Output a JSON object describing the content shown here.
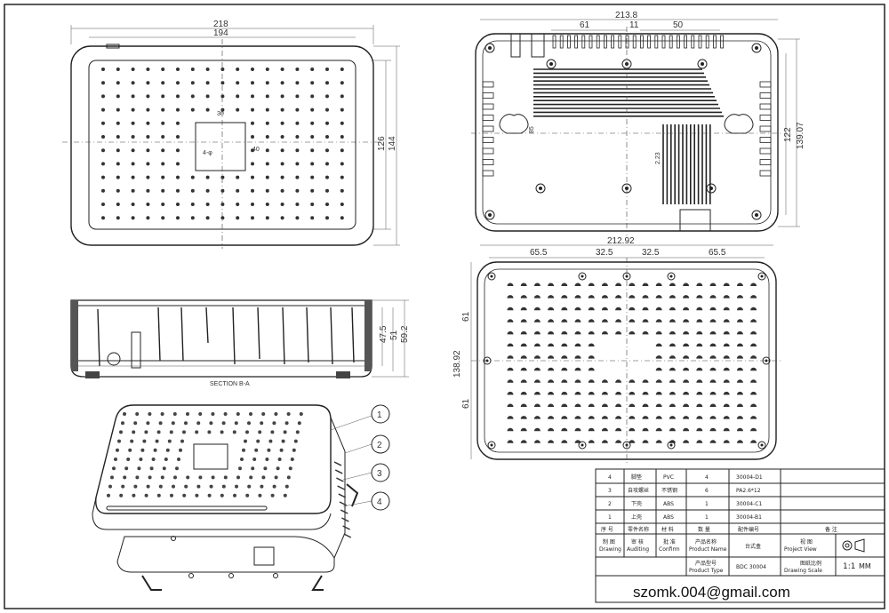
{
  "top_view": {
    "dim_outer_width": "218",
    "dim_inner_width": "194",
    "dim_inner_height": "126",
    "dim_outer_height": "144",
    "center_label_a": "30",
    "center_label_b": "40",
    "center_label_c": "4-φ"
  },
  "rear_view": {
    "dim_overall": "213.8",
    "dim_a": "61",
    "dim_b": "11",
    "dim_c": "50",
    "dim_h1": "122",
    "dim_h2": "139.07",
    "dim_slot": "85",
    "dim_vent": "2.23"
  },
  "bottom_view": {
    "dim_overall": "212.92",
    "dim_a": "65.5",
    "dim_b": "32.5",
    "dim_c": "32.5",
    "dim_d": "65.5",
    "dim_h": "138.92",
    "dim_v1": "61",
    "dim_v2": "61"
  },
  "section_view": {
    "label": "SECTION B-A",
    "dim_a": "47.5",
    "dim_b": "51",
    "dim_c": "59.2"
  },
  "callouts": [
    "1",
    "2",
    "3",
    "4"
  ],
  "bom": {
    "rows": [
      {
        "no": "4",
        "name": "脚垫",
        "material": "PVC",
        "qty": "4",
        "part": "30004-D1"
      },
      {
        "no": "3",
        "name": "自攻螺丝",
        "material": "不锈钢",
        "qty": "6",
        "part": "PA2.6*12"
      },
      {
        "no": "2",
        "name": "下壳",
        "material": "ABS",
        "qty": "1",
        "part": "30004-C1"
      },
      {
        "no": "1",
        "name": "上壳",
        "material": "ABS",
        "qty": "1",
        "part": "30004-B1"
      }
    ],
    "header": {
      "no": "序 号",
      "name": "零件名称",
      "material": "材 料",
      "qty": "数 量",
      "part": "配件编号",
      "note": "备 注"
    }
  },
  "title_block": {
    "drawing_cn": "制 图",
    "drawing_en": "Drawing",
    "auditing_cn": "审 核",
    "auditing_en": "Auditing",
    "confirm_cn": "批 准",
    "confirm_en": "Confirm",
    "product_name_cn": "产品名称",
    "product_name_en": "Product Name",
    "product_name_value": "台式盒",
    "project_view_cn": "视 图",
    "project_view_en": "Project View",
    "product_type_cn": "产品型号",
    "product_type_en": "Product Type",
    "product_type_value": "BDC 30004",
    "scale_cn": "图纸比例",
    "scale_en": "Drawing Scale",
    "scale_value": "1:1",
    "unit_value": "MM"
  },
  "contact": {
    "email": "szomk.004@gmail.com"
  }
}
